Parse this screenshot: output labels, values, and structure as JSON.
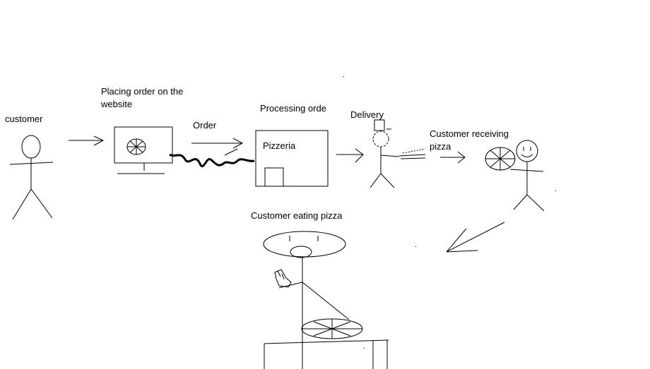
{
  "labels": {
    "customer": "customer",
    "placing_line1": "Placing order on the",
    "placing_line2": "website",
    "order": "Order",
    "processing": "Processing orde",
    "pizzeria": "Pizzeria",
    "delivery": "Delivery",
    "receiving_line1": "Customer receiving",
    "receiving_line2": "pizza",
    "eating": "Customer eating pizza"
  },
  "colors": {
    "stroke": "#000000",
    "background": "#ffffff"
  }
}
